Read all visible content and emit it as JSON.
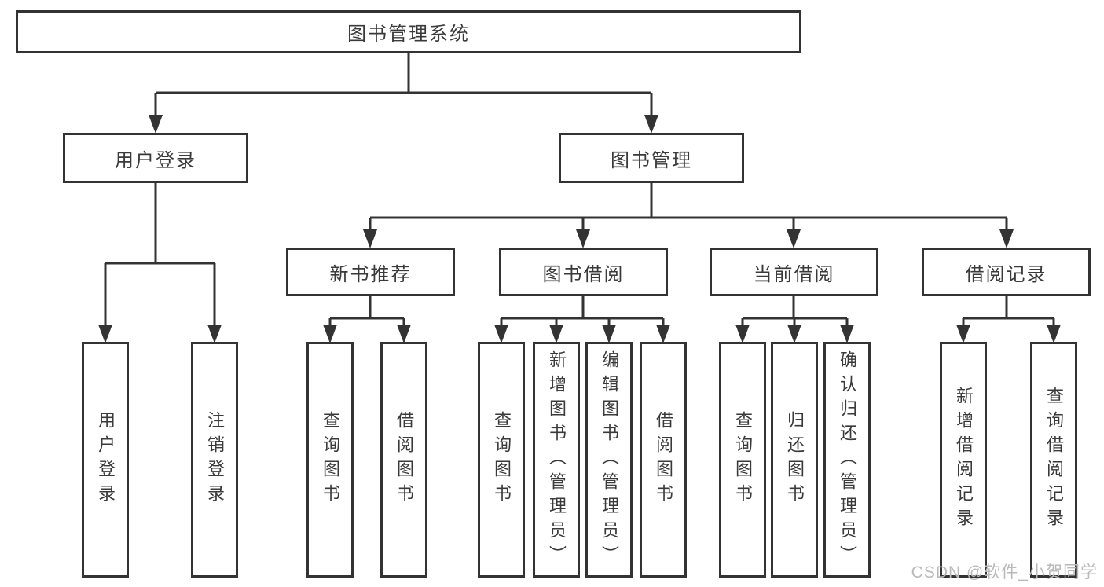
{
  "root": {
    "label": "图书管理系统"
  },
  "level2": [
    {
      "label": "用户登录",
      "children": [
        "用户登录",
        "注销登录"
      ]
    },
    {
      "label": "图书管理"
    }
  ],
  "level3": [
    {
      "label": "新书推荐",
      "children": [
        "查询图书",
        "借阅图书"
      ]
    },
    {
      "label": "图书借阅",
      "children": [
        "查询图书",
        "新增图书（管理员）",
        "编辑图书（管理员）",
        "借阅图书"
      ]
    },
    {
      "label": "当前借阅",
      "children": [
        "查询图书",
        "归还图书",
        "确认归还（管理员）"
      ]
    },
    {
      "label": "借阅记录",
      "children": [
        "新增借阅记录",
        "查询借阅记录"
      ]
    }
  ],
  "watermark": "CSDN @软件_小贺同学",
  "colors": {
    "line": "#333333",
    "box_border": "#333333",
    "text": "#3a3a3a",
    "watermark": "#b9b9b9",
    "background": "#ffffff"
  }
}
